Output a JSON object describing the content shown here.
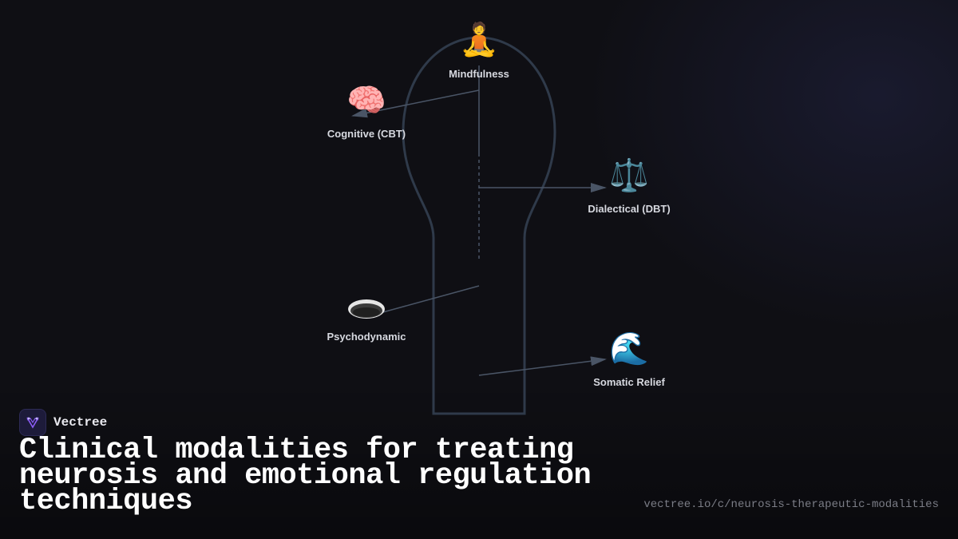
{
  "diagram": {
    "nodes": [
      {
        "id": "mindfulness",
        "icon": "person-in-lotus-position-icon",
        "glyph": "🧘",
        "label": "Mindfulness"
      },
      {
        "id": "cbt",
        "icon": "brain-icon",
        "glyph": "🧠",
        "label": "Cognitive (CBT)"
      },
      {
        "id": "dbt",
        "icon": "balance-scale-icon",
        "glyph": "⚖️",
        "label": "Dialectical (DBT)"
      },
      {
        "id": "psychodynamic",
        "icon": "couch-icon",
        "glyph": "",
        "label": "Psychodynamic"
      },
      {
        "id": "somatic",
        "icon": "water-wave-icon",
        "glyph": "🌊",
        "label": "Somatic Relief"
      }
    ]
  },
  "brand": {
    "name": "Vectree",
    "logo_icon": "vectree-logo-icon"
  },
  "title": "Clinical modalities for treating neurosis and emotional regulation techniques",
  "url": "vectree.io/c/neurosis-therapeutic-modalities",
  "colors": {
    "background": "#0f0f14",
    "outline": "#2f3a4a",
    "arrow": "#4a5566",
    "label": "#d7d9e0",
    "brand_accent": "#8b5cf6"
  }
}
